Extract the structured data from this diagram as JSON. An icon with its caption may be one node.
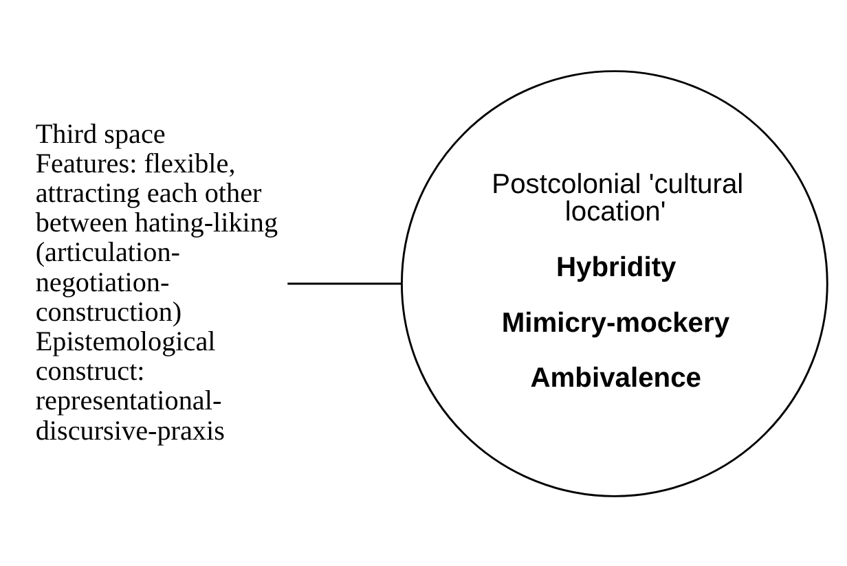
{
  "diagram": {
    "nodes": [
      {
        "text": [
          "Third space",
          "Features: flexible, attracting each other between hating-liking (articulation-negotiation-construction)",
          "Epistemological construct: representational-discursive-praxis"
        ]
      },
      {
        "text": [
          "Postcolonial 'cultural location'",
          "Hybridity",
          "Mimicry-mockery",
          "Ambivalence"
        ]
      }
    ],
    "edges": [
      {
        "from": 0,
        "to": 1,
        "arrow": "none"
      }
    ]
  }
}
